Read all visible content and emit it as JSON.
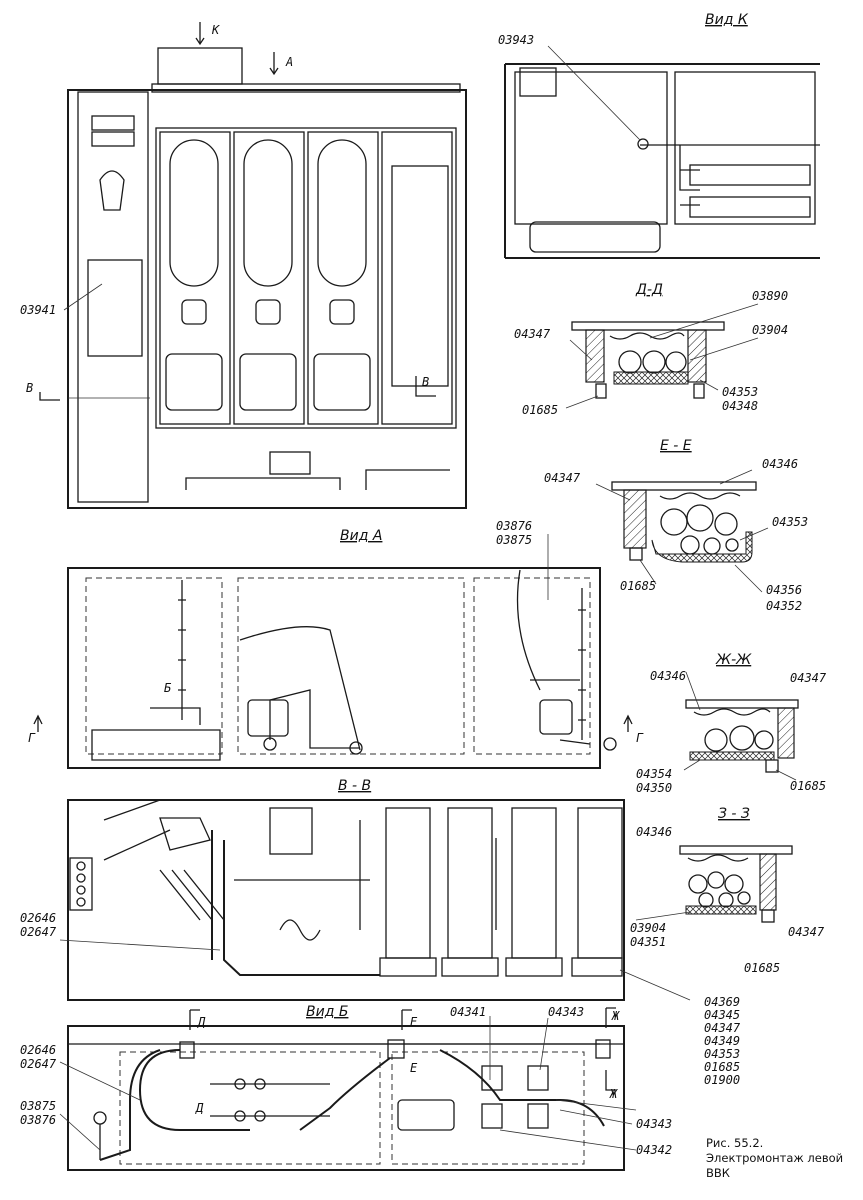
{
  "views": {
    "view_k_title": "Вид К",
    "view_a_title": "Вид А",
    "view_b_title": "Вид Б",
    "section_vv": "В - В",
    "section_dd": "Д-Д",
    "section_ee": "Е - Е",
    "section_zhzh": "Ж-Ж",
    "section_zz": "З - З"
  },
  "markers": {
    "k": "К",
    "a": "А",
    "b": "Б",
    "v": "В",
    "g": "Г",
    "d": "Д",
    "e": "Е",
    "zh": "Ж"
  },
  "part_numbers": {
    "p03943": "03943",
    "p03941": "03941",
    "p03890": "03890",
    "p04347": "04347",
    "p03904": "03904",
    "p04353": "04353",
    "p04348": "04348",
    "p01685": "01685",
    "p04346": "04346",
    "p04356": "04356",
    "p04352": "04352",
    "p03876": "03876",
    "p03875": "03875",
    "p04354": "04354",
    "p04350": "04350",
    "p04351": "04351",
    "p02646": "02646",
    "p02647": "02647",
    "p04341": "04341",
    "p04343": "04343",
    "p04342": "04342",
    "p04369": "04369",
    "p04345": "04345",
    "p04349": "04349",
    "p01900": "01900"
  },
  "caption": {
    "line1": "Рис. 55.2.",
    "line2": "Электромонтаж левой",
    "line3": "ВВК"
  }
}
